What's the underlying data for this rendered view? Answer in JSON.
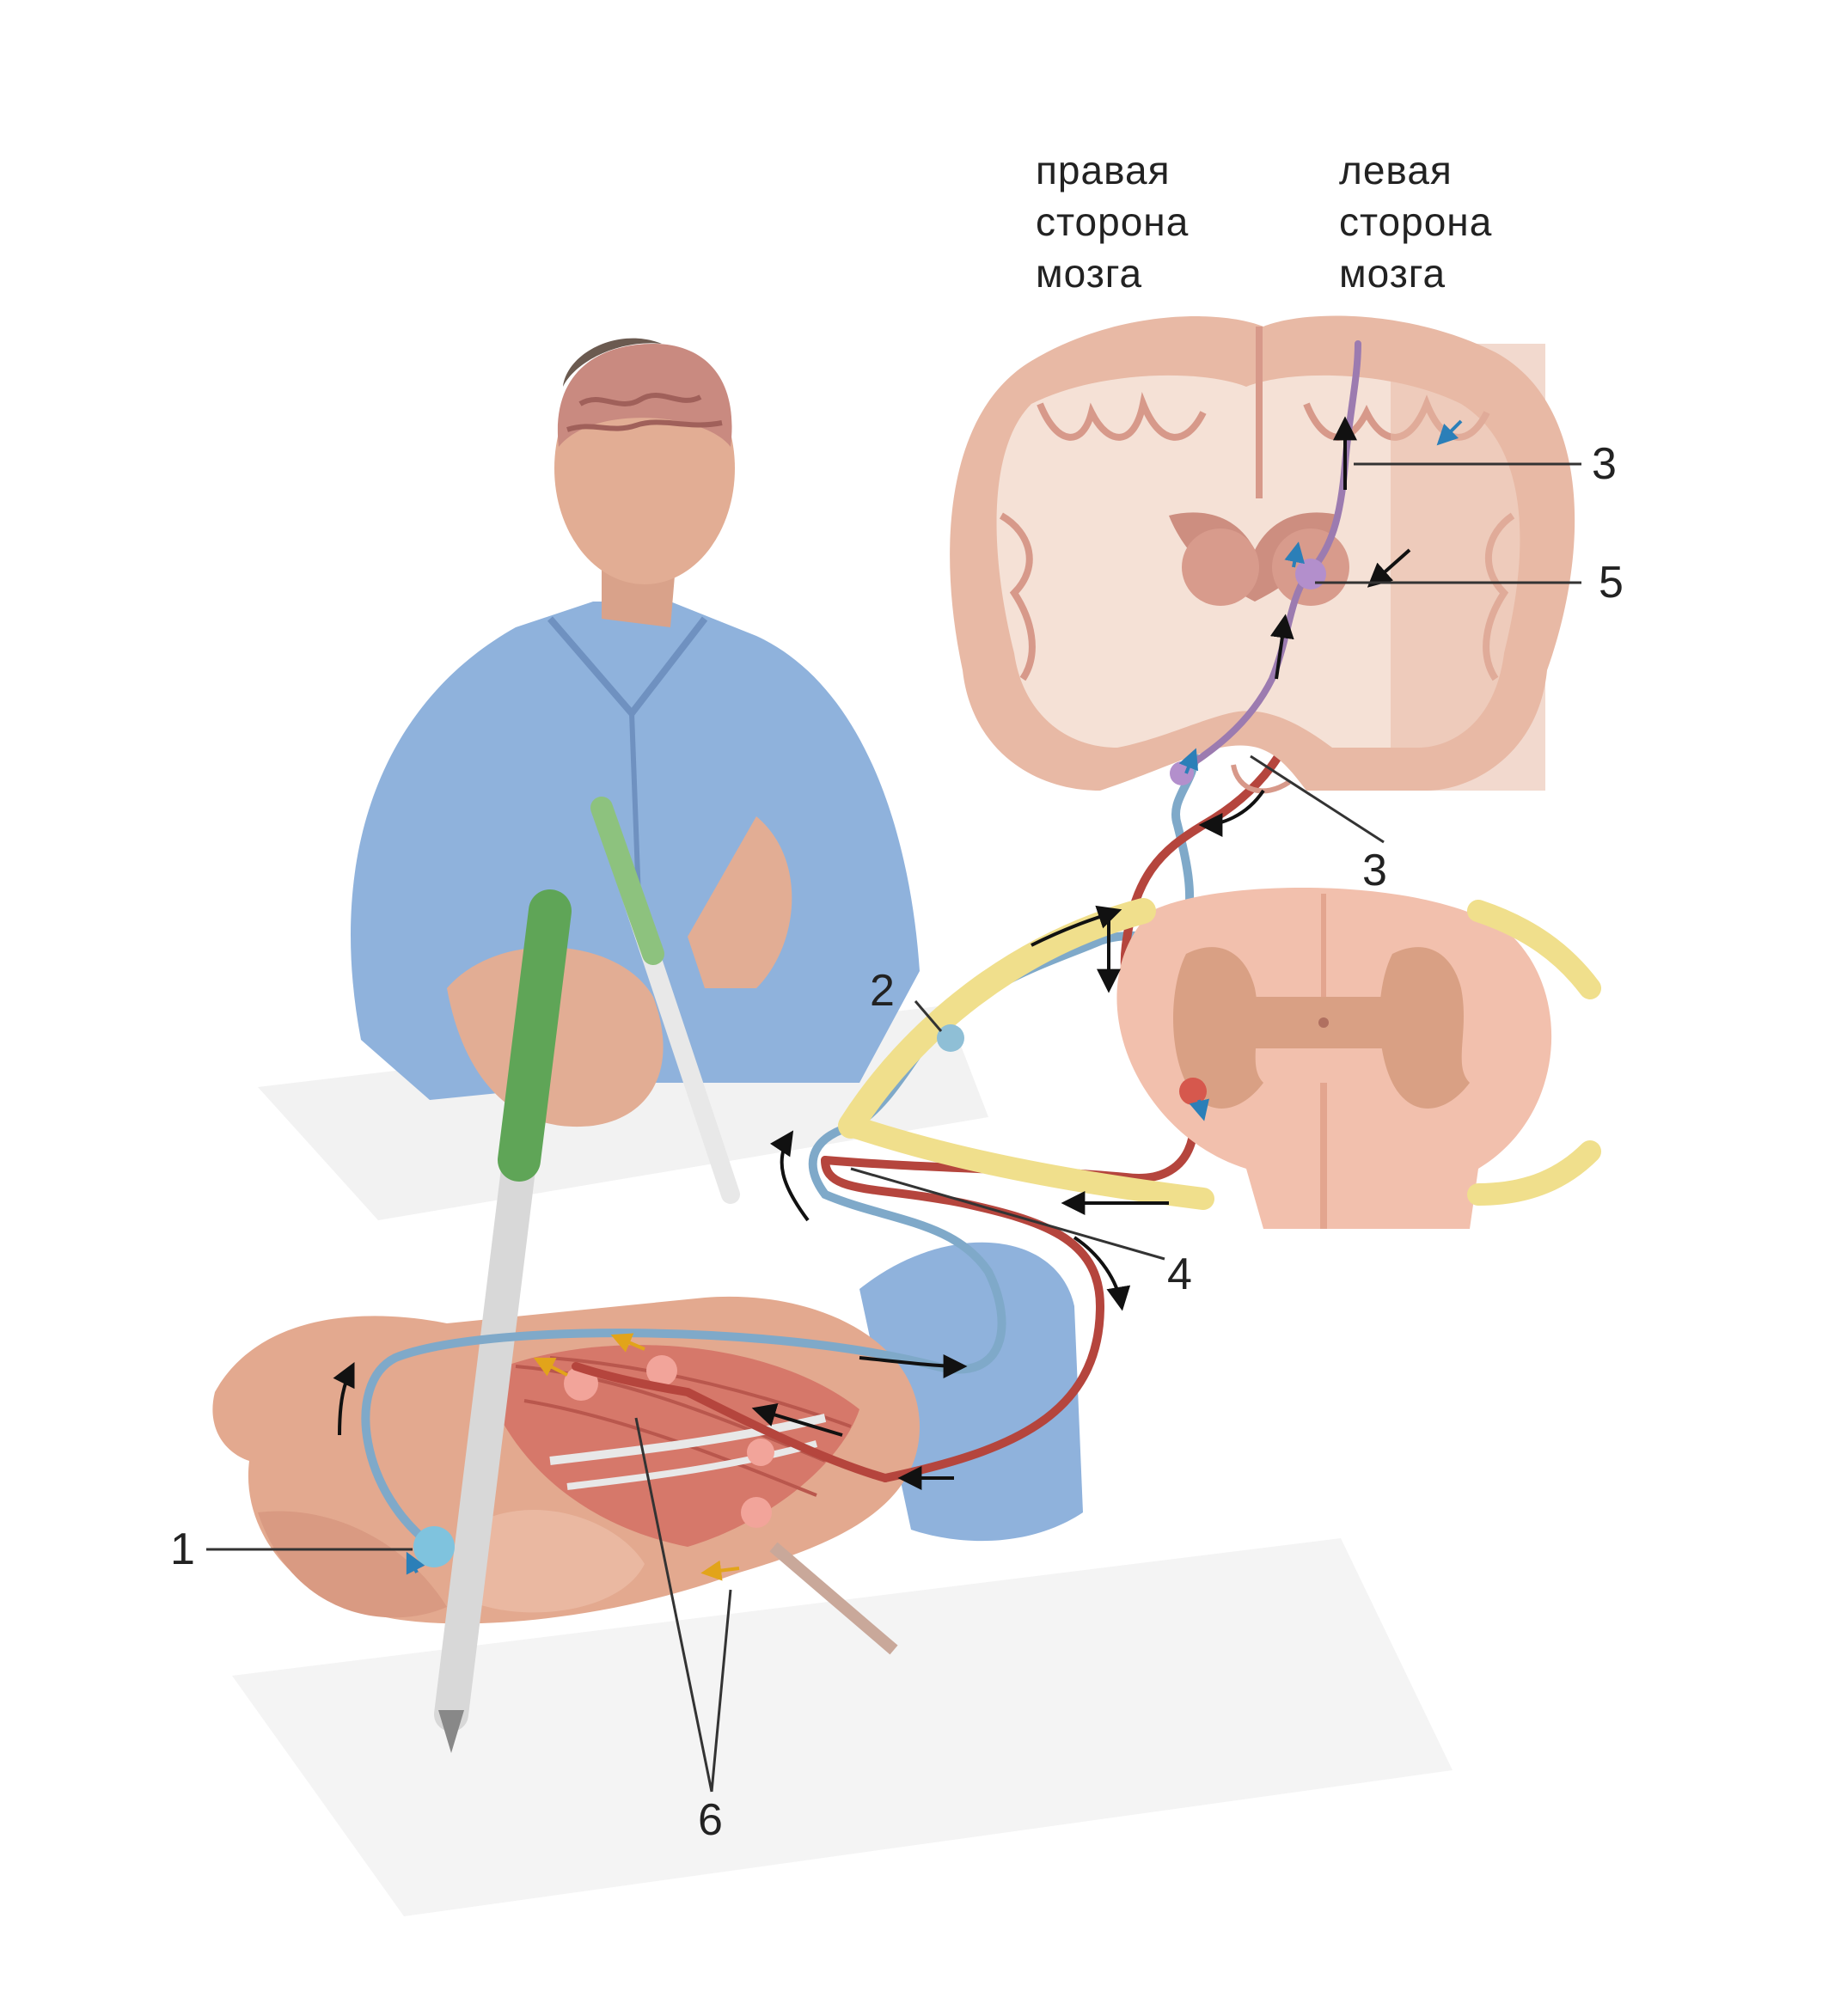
{
  "labels": {
    "right_brain": [
      "правая",
      "сторона",
      "мозга"
    ],
    "left_brain": [
      "левая",
      "сторона",
      "мозга"
    ],
    "numbers": {
      "n1": "1",
      "n2": "2",
      "n3_top": "3",
      "n3_bottom": "3",
      "n4": "4",
      "n5": "5",
      "n6": "6"
    }
  },
  "colors": {
    "sensory_pathway": "#7fa9c9",
    "motor_pathway": "#b5453d",
    "brain_tissue": "#e8b9a5",
    "brain_white_matter": "#f5e1d6",
    "spinal_nerve": "#f0df8c",
    "shirt": "#8fb2dc",
    "skin": "#e3a98f",
    "pen_cap": "#5fa557",
    "text": "#222222"
  }
}
